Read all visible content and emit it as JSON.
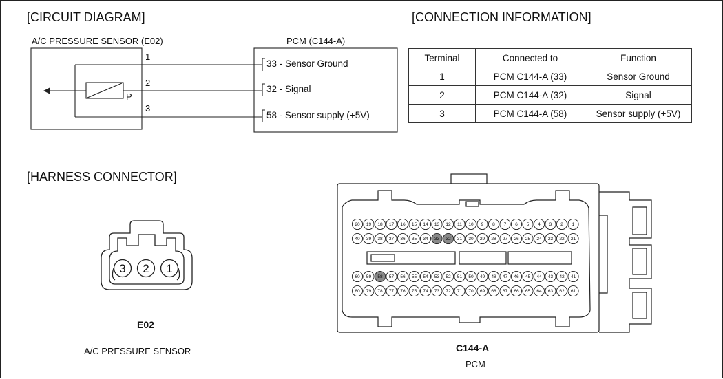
{
  "circuit": {
    "heading": "[CIRCUIT DIAGRAM]",
    "sensor_label": "A/C PRESSURE SENSOR (E02)",
    "pcm_label": "PCM (C144-A)",
    "sensor_pins": [
      "1",
      "2",
      "3"
    ],
    "pressure_symbol": "P",
    "pcm_terminals": [
      "33 - Sensor Ground",
      "32 - Signal",
      "58 - Sensor supply (+5V)"
    ]
  },
  "connection": {
    "heading": "[CONNECTION INFORMATION]",
    "headers": [
      "Terminal",
      "Connected to",
      "Function"
    ],
    "rows": [
      [
        "1",
        "PCM C144-A (33)",
        "Sensor Ground"
      ],
      [
        "2",
        "PCM C144-A (32)",
        "Signal"
      ],
      [
        "3",
        "PCM C144-A (58)",
        "Sensor supply (+5V)"
      ]
    ]
  },
  "harness": {
    "heading": "[HARNESS CONNECTOR]",
    "e02": {
      "pins": [
        "3",
        "2",
        "1"
      ],
      "code": "E02",
      "name": "A/C PRESSURE SENSOR"
    },
    "c144a": {
      "code": "C144-A",
      "name": "PCM",
      "rows": [
        [
          "20",
          "19",
          "18",
          "17",
          "16",
          "15",
          "14",
          "13",
          "12",
          "11",
          "10",
          "9",
          "8",
          "7",
          "6",
          "5",
          "4",
          "3",
          "2",
          "1"
        ],
        [
          "40",
          "39",
          "38",
          "37",
          "36",
          "35",
          "34",
          "33",
          "32",
          "31",
          "30",
          "29",
          "28",
          "27",
          "26",
          "25",
          "24",
          "23",
          "22",
          "21"
        ],
        [
          "60",
          "59",
          "58",
          "57",
          "56",
          "55",
          "54",
          "53",
          "52",
          "51",
          "50",
          "49",
          "48",
          "47",
          "46",
          "45",
          "44",
          "43",
          "42",
          "41"
        ],
        [
          "80",
          "79",
          "78",
          "77",
          "76",
          "75",
          "74",
          "73",
          "72",
          "71",
          "70",
          "69",
          "68",
          "67",
          "66",
          "65",
          "64",
          "63",
          "62",
          "61"
        ]
      ],
      "highlighted_pins": [
        "33",
        "32",
        "58"
      ],
      "highlight_color": "#8a8a8a"
    }
  }
}
